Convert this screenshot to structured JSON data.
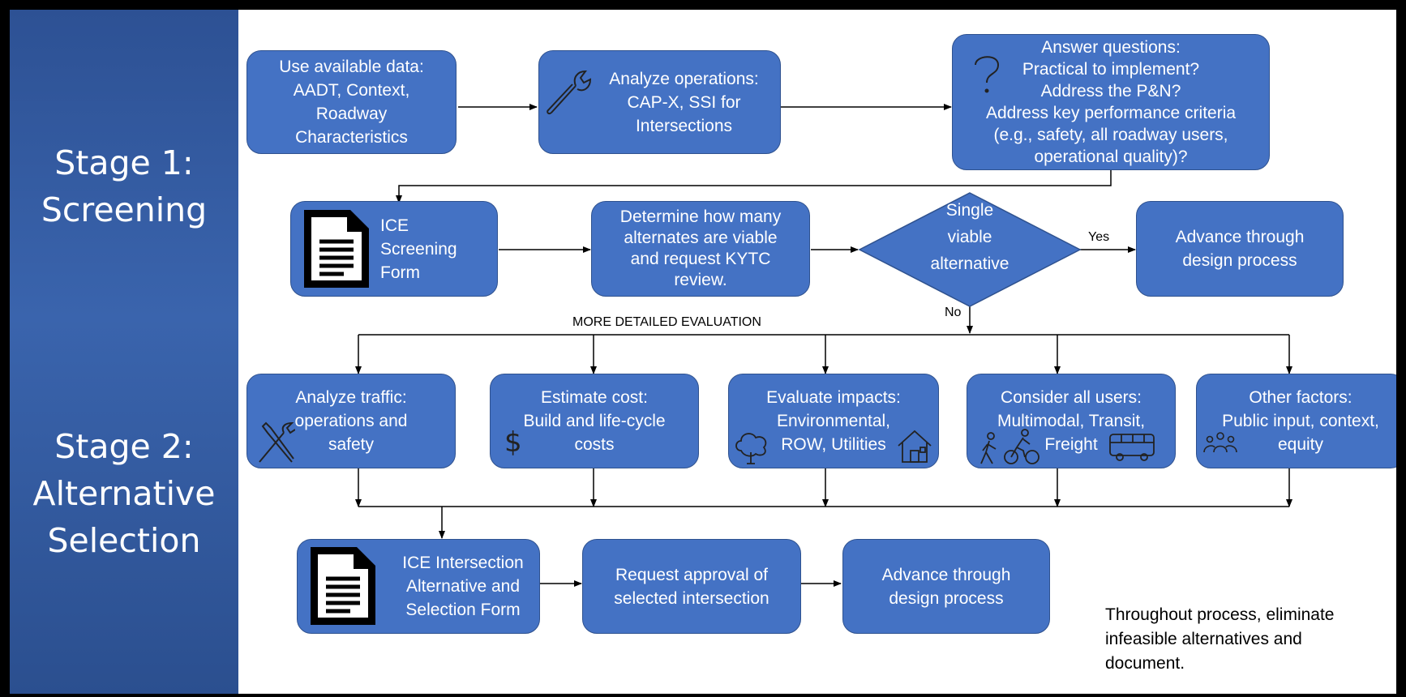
{
  "sidebar": {
    "stage1": "Stage 1:\nScreening",
    "stage2": "Stage 2:\nAlternative\nSelection"
  },
  "stage1": {
    "use_data": "Use available data:\nAADT, Context,\nRoadway\nCharacteristics",
    "analyze_ops": "Analyze operations:\nCAP-X, SSI for\nIntersections",
    "questions": "Answer questions:\nPractical to implement?\nAddress the P&N?\nAddress key performance criteria\n(e.g., safety, all roadway users,\noperational quality)?",
    "screening_form": "ICE\nScreening\nForm",
    "determine": "Determine how many\nalternates are viable\nand request KYTC\nreview.",
    "decision": "Single\nviable\nalternative",
    "advance": "Advance through\ndesign process",
    "yes_label": "Yes",
    "no_label": "No"
  },
  "evaluation_label": "MORE DETAILED EVALUATION",
  "stage2": {
    "traffic": "Analyze traffic:\noperations and\nsafety",
    "cost": "Estimate cost:\nBuild and life-cycle\ncosts",
    "impacts": "Evaluate impacts:\nEnvironmental,\nROW, Utilities",
    "users": "Consider all users:\nMultimodal, Transit,\nFreight",
    "other": "Other factors:\nPublic input, context,\nequity",
    "selection_form": "ICE Intersection\nAlternative and\nSelection Form",
    "approval": "Request approval of\nselected intersection",
    "advance": "Advance through\ndesign process"
  },
  "note": "Throughout process, eliminate infeasible alternatives and document.",
  "colors": {
    "box_fill": "#4472c4",
    "box_border": "#2f528f",
    "sidebar": "#2f5597"
  },
  "icons": [
    "wrench-icon",
    "question-icon",
    "document-icon",
    "wrench-screwdriver-icon",
    "dollar-icon",
    "tree-icon",
    "house-icon",
    "pedestrian-icon",
    "cyclist-icon",
    "bus-icon",
    "people-icon"
  ]
}
